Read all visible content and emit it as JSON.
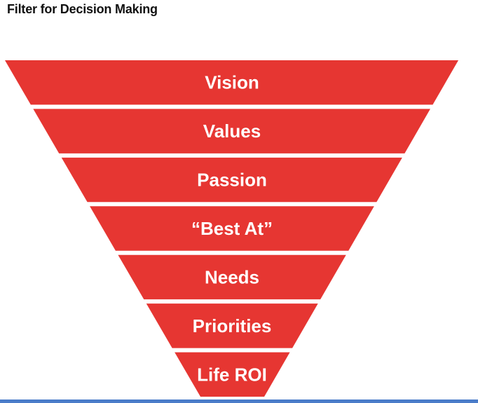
{
  "title": "Filter for Decision Making",
  "colors": {
    "band": "#e63632",
    "band_text": "#ffffff",
    "bottom_rule": "#4a7cc9"
  },
  "funnel": {
    "levels": [
      {
        "label": "Vision"
      },
      {
        "label": "Values"
      },
      {
        "label": "Passion"
      },
      {
        "label": "“Best At”"
      },
      {
        "label": "Needs"
      },
      {
        "label": "Priorities"
      },
      {
        "label": "Life ROI"
      }
    ]
  }
}
